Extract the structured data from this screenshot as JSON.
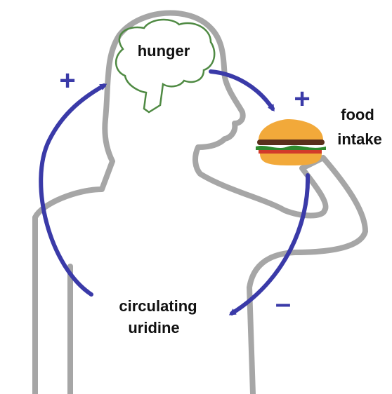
{
  "labels": {
    "hunger": "hunger",
    "food_line1": "food",
    "food_line2": "intake",
    "uridine_line1": "circulating",
    "uridine_line2": "uridine"
  },
  "signs": {
    "hunger_to_food": "+",
    "uridine_to_hunger": "+",
    "food_to_uridine": "–"
  },
  "icons": {
    "body": "person-silhouette-icon",
    "brain": "brain-icon",
    "food": "hamburger-icon"
  },
  "colors": {
    "arrow": "#3a3aa8",
    "sign": "#3a3aa8",
    "silhouette": "#a6a6a6",
    "brain": "#4f8a43",
    "bun": "#f2a93a",
    "patty": "#5a2f1c",
    "lettuce": "#2f8a2f",
    "tomato": "#d23a2a",
    "label_text": "#111111"
  }
}
